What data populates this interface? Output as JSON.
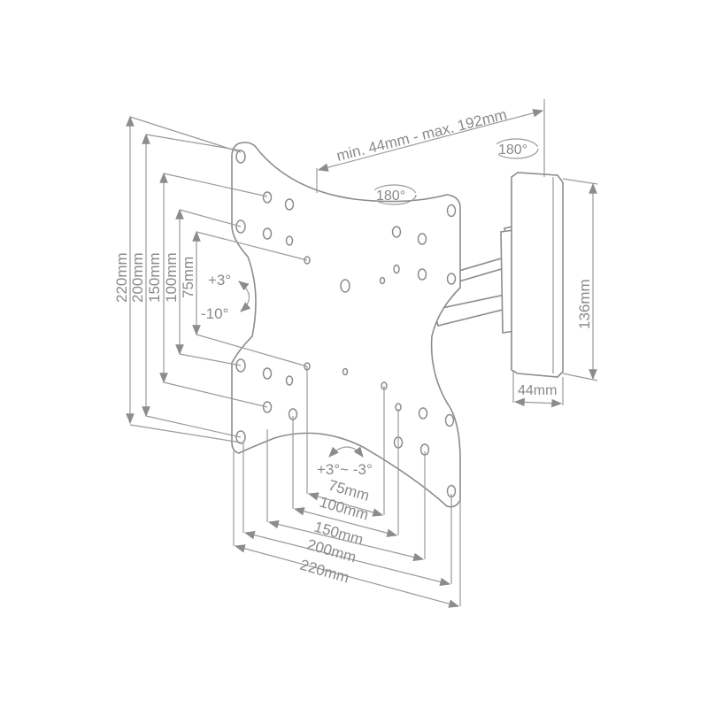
{
  "title": "TV wall mount dimension diagram",
  "depth_label": "min. 44mm - max. 192mm",
  "swivel_wall": "180°",
  "swivel_arm": "180°",
  "tilt_up": "+3°",
  "tilt_down": "-10°",
  "rotation": "+3°~ -3°",
  "vertical_labels": [
    "220mm",
    "200mm",
    "150mm",
    "100mm",
    "75mm"
  ],
  "horizontal_labels": [
    "75mm",
    "100mm",
    "150mm",
    "200mm",
    "220mm"
  ],
  "wall_plate_height": "136mm",
  "wall_plate_width": "44mm",
  "colors": {
    "line": "#9a9a9a",
    "text": "#8a8a8a"
  }
}
